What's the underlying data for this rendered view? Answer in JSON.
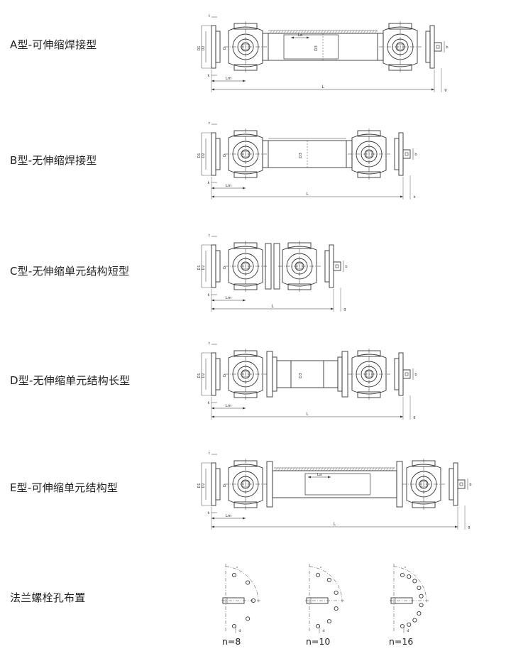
{
  "rows": [
    {
      "label": "A型-可伸缩焊接型"
    },
    {
      "label": "B型-无伸缩焊接型"
    },
    {
      "label": "C型-无伸缩单元结构短型"
    },
    {
      "label": "D型-无伸缩单元结构长型"
    },
    {
      "label": "E型-可伸缩单元结构型"
    }
  ],
  "bolt_section": {
    "label": "法兰螺栓孔布置",
    "patterns": [
      {
        "n_label": "n=8"
      },
      {
        "n_label": "n=10"
      },
      {
        "n_label": "n=16"
      }
    ]
  },
  "dims": {
    "L": "L",
    "Lm": "Lm",
    "La": "La",
    "D": "D",
    "D1": "D1",
    "D2": "D2",
    "D3": "D3",
    "b": "b",
    "g": "g",
    "k": "k",
    "t": "t",
    "d": "d"
  }
}
